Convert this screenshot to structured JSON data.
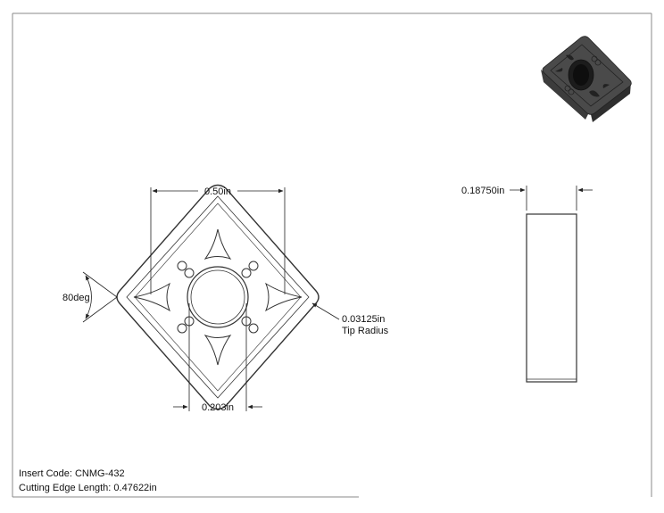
{
  "dimensions": {
    "width": "0.50in",
    "thickness": "0.18750in",
    "angle": "80deg",
    "tip_radius_value": "0.03125in",
    "tip_radius_label": "Tip Radius",
    "hole_offset": "0.203in"
  },
  "title_block": {
    "insert_code": "Insert Code: CNMG-432",
    "cutting_edge_length": "Cutting Edge Length: 0.47622in"
  },
  "colors": {
    "line": "#333333",
    "insert_dark": "#3a3a3a",
    "insert_mid": "#5a5a5a"
  }
}
